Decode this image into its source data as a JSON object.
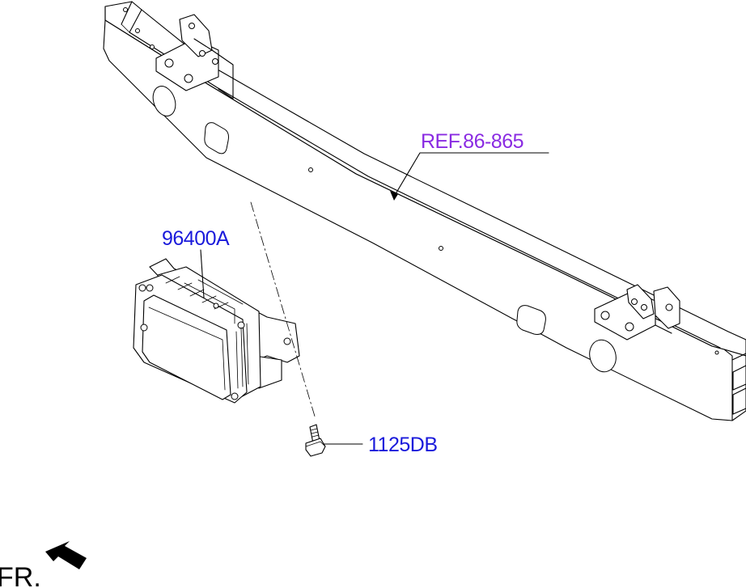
{
  "labels": {
    "ref": "REF.86-865",
    "module": "96400A",
    "bolt": "1125DB"
  },
  "direction": {
    "text": "FR."
  },
  "colors": {
    "ref_label": "#8a2be2",
    "part_label": "#1a1adb",
    "lines": "#000000"
  }
}
